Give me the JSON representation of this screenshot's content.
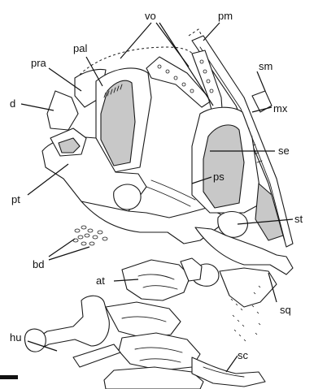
{
  "labels": {
    "vo": "vo",
    "pm": "pm",
    "pal": "pal",
    "pra": "pra",
    "sm": "sm",
    "d": "d",
    "mx": "mx",
    "se": "se",
    "ps": "ps",
    "pt": "pt",
    "st": "st",
    "bd": "bd",
    "at": "at",
    "sq": "sq",
    "hu": "hu",
    "sc": "sc"
  },
  "colors": {
    "line": "#1a1a1a",
    "shade": "#c8c8c8",
    "background": "#ffffff"
  }
}
